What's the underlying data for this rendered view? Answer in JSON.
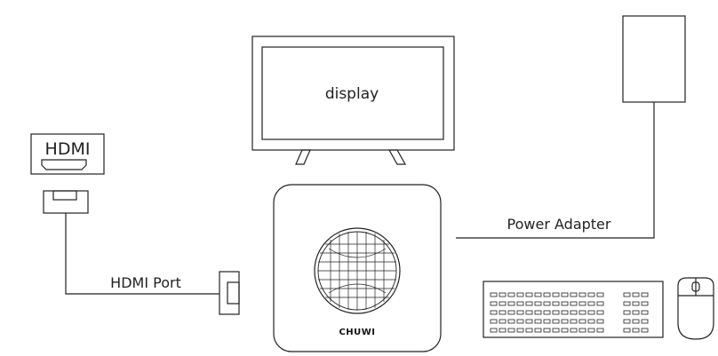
{
  "diagram": {
    "display_label": "display",
    "hdmi_label": "HDMI",
    "hdmi_port_label": "HDMI Port",
    "power_adapter_label": "Power Adapter",
    "brand_label": "CHUWI"
  },
  "colors": {
    "line": "#222222",
    "background": "#ffffff"
  }
}
